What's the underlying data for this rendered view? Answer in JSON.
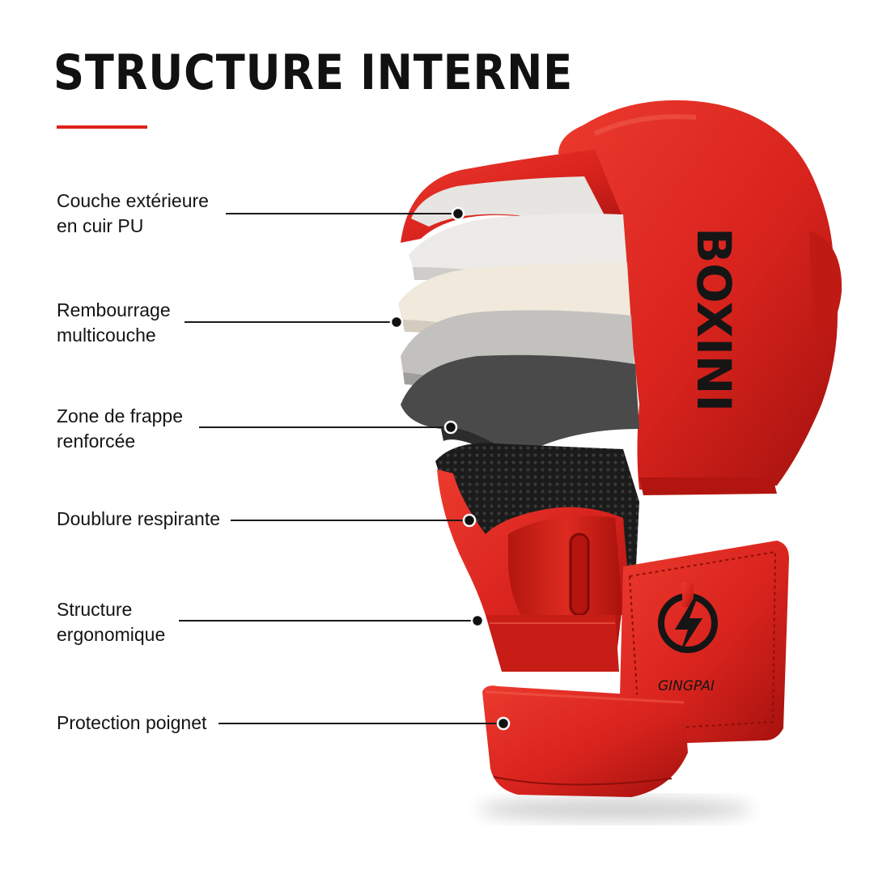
{
  "title": "STRUCTURE INTERNE",
  "colors": {
    "accent": "#e0201b",
    "glove_red": "#d8231d",
    "glove_dark": "#a3110e",
    "text": "#141414"
  },
  "callouts": [
    {
      "id": "couche-exterieure",
      "label": "Couche extérieure\nen cuir PU"
    },
    {
      "id": "rembourrage",
      "label": "Rembourrage\nmulticouche"
    },
    {
      "id": "zone-frappe",
      "label": "Zone de frappe\nrenforcée"
    },
    {
      "id": "doublure",
      "label": "Doublure respirante"
    },
    {
      "id": "structure",
      "label": "Structure\nergonomique"
    },
    {
      "id": "protection",
      "label": "Protection poignet"
    }
  ],
  "product": {
    "brand_vertical": "BOXINI",
    "strap_brand": "GINGPAI",
    "strap_logo": "lightning-power-icon"
  }
}
